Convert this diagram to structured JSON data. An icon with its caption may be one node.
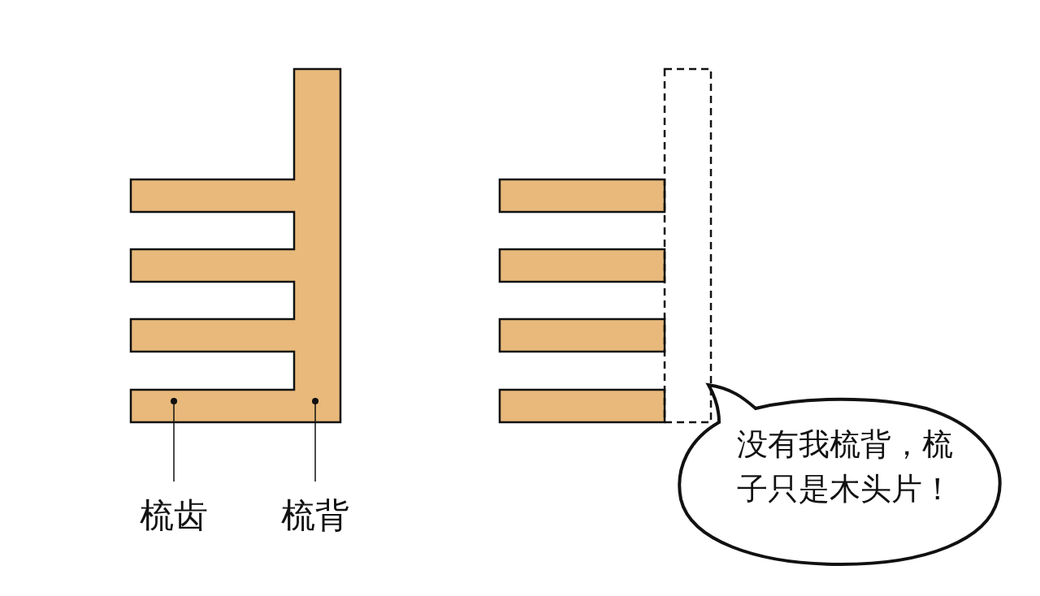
{
  "diagram": {
    "nodes": [
      {
        "text": [
          "梳齿"
        ]
      },
      {
        "text": [
          "梳背"
        ]
      },
      {
        "text": [
          "没有我梳背，梳子只是木头片！"
        ]
      }
    ],
    "edges": [
      {
        "from": 0,
        "to": null,
        "arrow": "other"
      },
      {
        "from": 1,
        "to": null,
        "arrow": "other"
      }
    ]
  }
}
